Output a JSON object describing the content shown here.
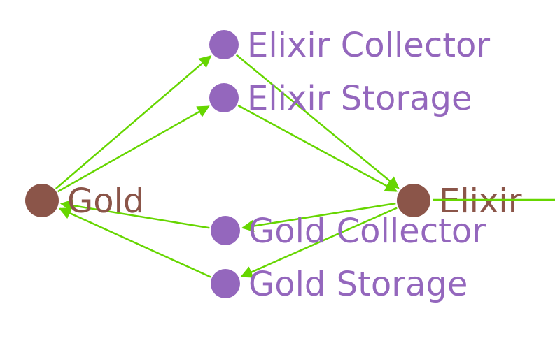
{
  "colors": {
    "edge": "#66d600",
    "resource_node": "#8b5549",
    "building_node": "#9467bd",
    "background": "#ffffff"
  },
  "nodes": [
    {
      "id": "elixir_collector",
      "label": "Elixir Collector",
      "kind": "building"
    },
    {
      "id": "elixir_storage",
      "label": "Elixir Storage",
      "kind": "building"
    },
    {
      "id": "gold",
      "label": "Gold",
      "kind": "resource"
    },
    {
      "id": "elixir",
      "label": "Elixir",
      "kind": "resource"
    },
    {
      "id": "gold_collector",
      "label": "Gold Collector",
      "kind": "building"
    },
    {
      "id": "gold_storage",
      "label": "Gold Storage",
      "kind": "building"
    }
  ],
  "edges": [
    {
      "from": "gold",
      "to": "elixir_collector"
    },
    {
      "from": "gold",
      "to": "elixir_storage"
    },
    {
      "from": "elixir_collector",
      "to": "elixir"
    },
    {
      "from": "elixir_storage",
      "to": "elixir"
    },
    {
      "from": "elixir",
      "to": "gold_collector"
    },
    {
      "from": "elixir",
      "to": "gold_storage"
    },
    {
      "from": "gold_collector",
      "to": "gold"
    },
    {
      "from": "gold_storage",
      "to": "gold"
    }
  ]
}
